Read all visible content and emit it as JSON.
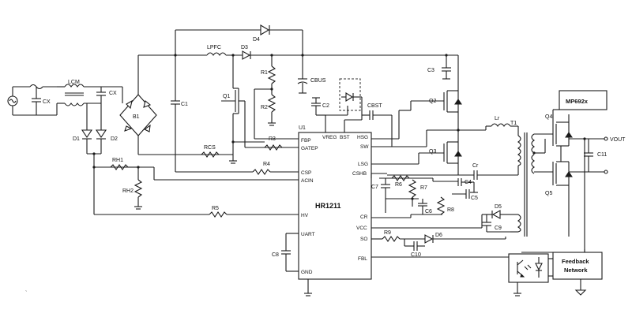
{
  "ic": {
    "name": "HR1211",
    "ref": "U1",
    "pins_left": [
      "FBP",
      "GATEP",
      "CSP",
      "ACIN",
      "HV",
      "UART",
      "GND"
    ],
    "pins_top": [
      "VREG",
      "BST"
    ],
    "pins_right": [
      "HSG",
      "SW",
      "LSG",
      "CSHB",
      "CR",
      "VCC",
      "SO",
      "FBL"
    ]
  },
  "blocks": {
    "mp": "MP692x",
    "feedback_line1": "Feedback",
    "feedback_line2": "Network",
    "vout": "VOUT"
  },
  "components": {
    "cx": "CX",
    "lcm": "LCM",
    "cx2": "CX",
    "d1": "D1",
    "d2": "D2",
    "b1": "B1",
    "c1": "C1",
    "lpfc": "LPFC",
    "d3": "D3",
    "d4": "D4",
    "r1": "R1",
    "r2": "R2",
    "cbus": "CBUS",
    "q1": "Q1",
    "rcs": "RCS",
    "r3": "R3",
    "r4": "R4",
    "rh1": "RH1",
    "rh2": "RH2",
    "r5": "R5",
    "c8": "C8",
    "c2": "C2",
    "cbst": "CBST",
    "c3": "C3",
    "q2": "Q2",
    "q3": "Q3",
    "lr": "Lr",
    "cr": "Cr",
    "t1": "T1",
    "q4": "Q4",
    "q5": "Q5",
    "c11": "C11",
    "c4": "C4",
    "c5": "C5",
    "c6": "C6",
    "c7": "C7",
    "r6": "R6",
    "r7": "R7",
    "r8": "R8",
    "d5": "D5",
    "c9": "C9",
    "r9": "R9",
    "c10": "C10",
    "d6": "D6"
  }
}
